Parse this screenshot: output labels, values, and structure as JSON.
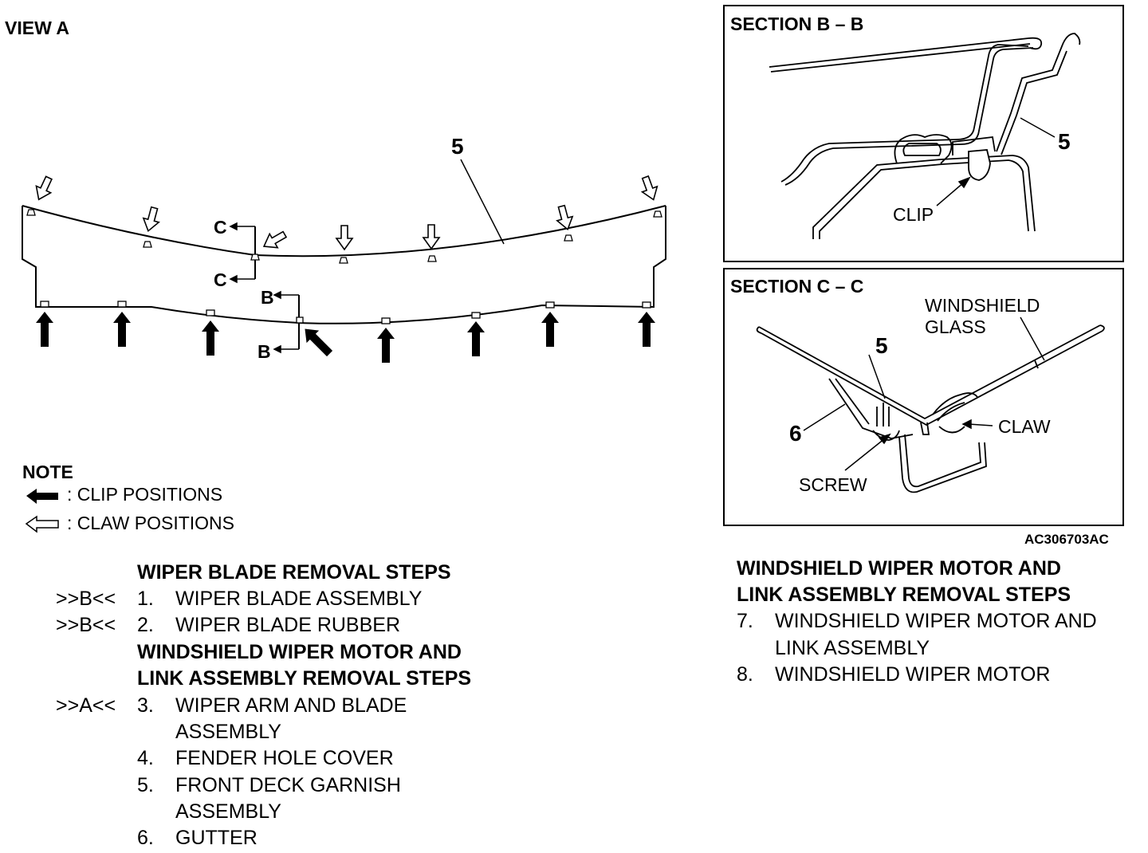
{
  "view_a": {
    "title": "VIEW A",
    "part_label": "5",
    "section_c_top": "C",
    "section_c_bottom": "C",
    "section_b_top": "B",
    "section_b_bottom": "B"
  },
  "section_bb": {
    "title": "SECTION B – B",
    "part_label": "5",
    "clip_label": "CLIP"
  },
  "section_cc": {
    "title": "SECTION C – C",
    "glass_label_1": "WINDSHIELD",
    "glass_label_2": "GLASS",
    "part5_label": "5",
    "part6_label": "6",
    "claw_label": "CLAW",
    "screw_label": "SCREW"
  },
  "figure_code": "AC306703AC",
  "note": {
    "title": "NOTE",
    "clip": ": CLIP POSITIONS",
    "claw": ": CLAW POSITIONS"
  },
  "left_steps": {
    "heading1": "WIPER BLADE REMOVAL STEPS",
    "code_b1": ">>B<<",
    "num1": "1.",
    "item1": "WIPER BLADE ASSEMBLY",
    "code_b2": ">>B<<",
    "num2": "2.",
    "item2": "WIPER BLADE RUBBER",
    "heading2_line1": "WINDSHIELD WIPER MOTOR AND",
    "heading2_line2": "LINK ASSEMBLY REMOVAL STEPS",
    "code_a3": ">>A<<",
    "num3": "3.",
    "item3_line1": "WIPER ARM AND BLADE",
    "item3_line2": "ASSEMBLY",
    "num4": "4.",
    "item4": "FENDER HOLE COVER",
    "num5": "5.",
    "item5_line1": "FRONT DECK GARNISH",
    "item5_line2": "ASSEMBLY",
    "num6": "6.",
    "item6": "GUTTER"
  },
  "right_steps": {
    "heading_line1": "WINDSHIELD WIPER MOTOR AND",
    "heading_line2": "LINK ASSEMBLY REMOVAL STEPS",
    "num7": "7.",
    "item7_line1": "WINDSHIELD WIPER MOTOR AND",
    "item7_line2": "LINK ASSEMBLY",
    "num8": "8.",
    "item8": "WINDSHIELD WIPER MOTOR"
  }
}
